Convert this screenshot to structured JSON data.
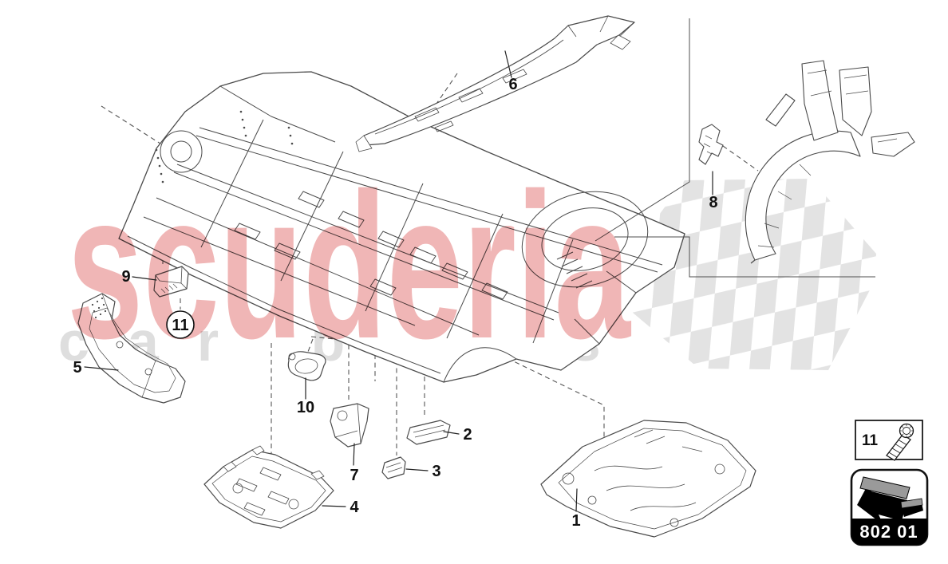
{
  "watermark": {
    "title": "scuderia",
    "subtitle": "car parts",
    "title_color": "#f0b6b6",
    "subtitle_color": "#dedede"
  },
  "callouts": [
    {
      "label": "1"
    },
    {
      "label": "2"
    },
    {
      "label": "3"
    },
    {
      "label": "4"
    },
    {
      "label": "5"
    },
    {
      "label": "6"
    },
    {
      "label": "7"
    },
    {
      "label": "8"
    },
    {
      "label": "9"
    },
    {
      "label": "10"
    },
    {
      "label": "11",
      "style": "circled"
    }
  ],
  "legend": {
    "fastener_box": {
      "number": "11",
      "icon": "bolt-icon"
    },
    "nav_box": {
      "code": "802 01",
      "icon": "arrow-up-left-icon"
    }
  },
  "colors": {
    "line": "#4a4a4a",
    "flag_check": "#e3e3e3",
    "frame_line": "#4f4f4f",
    "dashed_line": "#565656",
    "nav_band": "#000000"
  }
}
